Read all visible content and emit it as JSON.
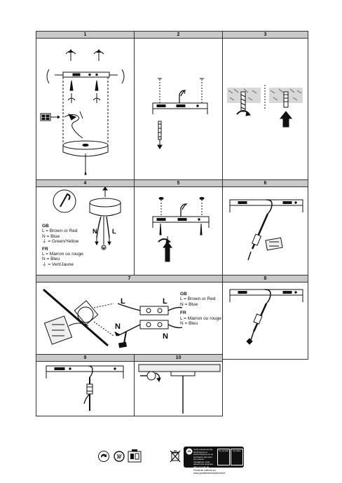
{
  "panels": [
    {
      "num": "1"
    },
    {
      "num": "2"
    },
    {
      "num": "3"
    },
    {
      "num": "4"
    },
    {
      "num": "5"
    },
    {
      "num": "6"
    },
    {
      "num": "7"
    },
    {
      "num": "8"
    },
    {
      "num": "9"
    },
    {
      "num": "10"
    }
  ],
  "legend4": {
    "gb_title": "GB",
    "gb_l": "L = Brown or Red",
    "gb_n": "N = Blue",
    "gb_e": "= Green/Yellow",
    "fr_title": "FR",
    "fr_l": "L = Marron ou rouge",
    "fr_n": "N = Bleu",
    "fr_e": "= Vert/Jaune"
  },
  "legend7": {
    "gb_title": "GB",
    "gb_l": "L = Brown or Red",
    "gb_n": "N = Blue",
    "fr_title": "FR",
    "fr_l": "L = Marron ou rouge",
    "fr_n": "N = Bleu"
  },
  "labels": {
    "L": "L",
    "N": "N"
  },
  "footer": {
    "triman_text": "Ce(s) équipement(s) électrique(s) et électronique(s) ne se recycle(nt) pas avec les ordures ménagères, mais doivent être déposés dans un point de collecte",
    "box1": "Ce produit",
    "box2": "Ou dans",
    "note": "Points de collecte sur www.quefairedemesdechets.fr"
  }
}
